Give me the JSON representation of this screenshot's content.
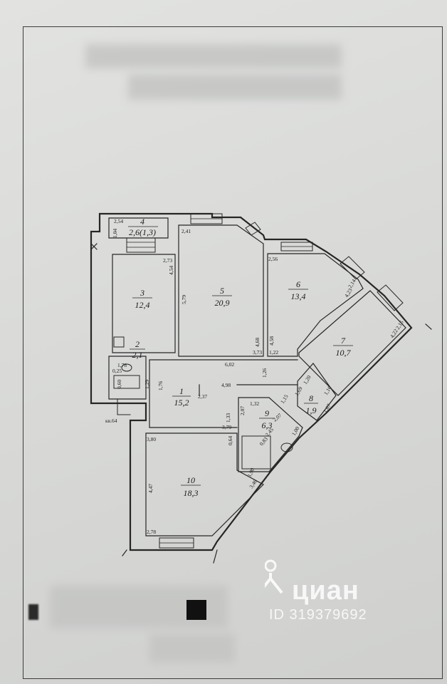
{
  "rooms": [
    {
      "num": "1",
      "area": "15,2"
    },
    {
      "num": "2",
      "area": "2,1"
    },
    {
      "num": "3",
      "area": "12,4"
    },
    {
      "num": "4",
      "area": "2,6(1,3)"
    },
    {
      "num": "5",
      "area": "20,9"
    },
    {
      "num": "6",
      "area": "13,4"
    },
    {
      "num": "7",
      "area": "10,7"
    },
    {
      "num": "8",
      "area": "1,9"
    },
    {
      "num": "9",
      "area": "6,3"
    },
    {
      "num": "10",
      "area": "18,3"
    }
  ],
  "dims": {
    "d254": "2,54",
    "d104": "1,04",
    "d241": "2,41",
    "d273": "2,73",
    "d454": "4,54",
    "d579": "5,79",
    "d256": "2,56",
    "d423a": "4,23",
    "d214": "2,14",
    "d468": "4,68",
    "d458": "4,58",
    "d373": "3,73",
    "d122": "1,22",
    "d602": "6,02",
    "d178": "1,78",
    "d025": "0,25",
    "d060": "0,60",
    "d129": "1,29",
    "d176": "1,76",
    "d126": "1,26",
    "d498": "4,98",
    "d237": "2,37",
    "d422": "4,22",
    "d215": "2,15",
    "d120": "1,20",
    "d169": "1,69",
    "d115": "1,15",
    "d116": "1,16",
    "d167": "1,67",
    "d132": "1,32",
    "d207a": "2,07",
    "d207b": "2,07",
    "d133": "1,33",
    "d245": "2,45",
    "d083": "0,83",
    "d100": "1,00",
    "d379": "3,79",
    "d380": "3,80",
    "d064": "0,64",
    "d190": "1,90",
    "d346": "3,46",
    "d447": "4,47",
    "d278": "2,78",
    "kv64": "кв.64"
  },
  "watermark": {
    "brand": "циан",
    "id": "ID 319379692"
  },
  "colors": {
    "line": "#262626",
    "paper": "#dcdddb"
  }
}
